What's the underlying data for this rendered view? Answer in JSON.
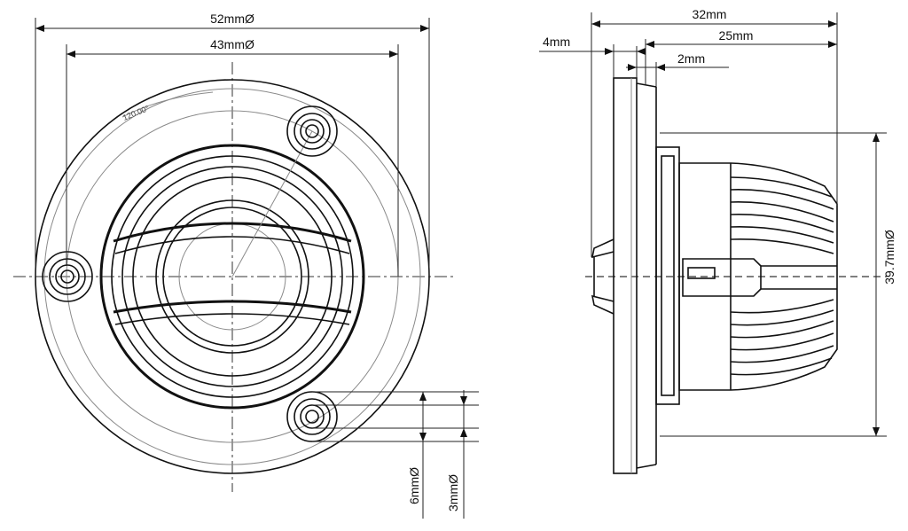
{
  "front_view": {
    "dim_outer_diameter": "52mmØ",
    "dim_flange_diameter": "43mmØ",
    "dim_hole_outer": "6mmØ",
    "dim_hole_inner": "3mmØ",
    "angle_label": "120.00°"
  },
  "side_view": {
    "dim_total_depth": "32mm",
    "dim_body_depth": "25mm",
    "dim_flange_thickness": "4mm",
    "dim_step": "2mm",
    "dim_height": "39.7mmØ"
  }
}
